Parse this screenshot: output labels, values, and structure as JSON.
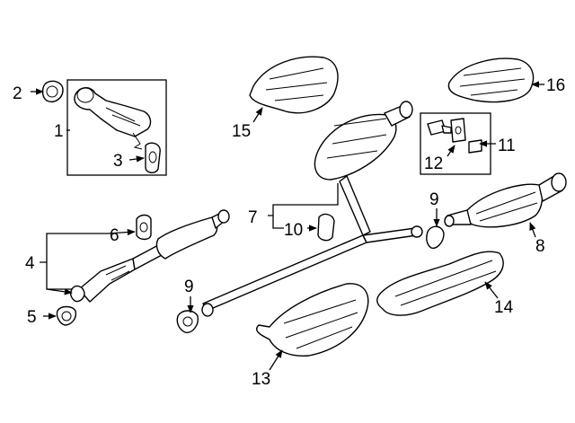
{
  "callouts": {
    "c1": "1",
    "c2": "2",
    "c3": "3",
    "c4": "4",
    "c5": "5",
    "c6": "6",
    "c7": "7",
    "c8": "8",
    "c9a": "9",
    "c9b": "9",
    "c10": "10",
    "c11": "11",
    "c12": "12",
    "c13": "13",
    "c14": "14",
    "c15": "15",
    "c16": "16"
  },
  "colors": {
    "line": "#000000",
    "background": "#ffffff"
  }
}
